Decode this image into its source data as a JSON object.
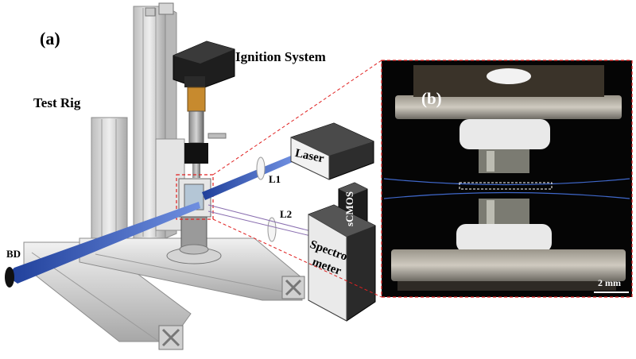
{
  "panel_a": {
    "label": "(a)",
    "ignition_system": "Ignition System",
    "test_rig": "Test Rig",
    "laser": "Laser",
    "l1": "L1",
    "l2": "L2",
    "scmos": "sCMOS",
    "spectrometer_line1": "Spectro",
    "spectrometer_line2": "meter",
    "bd": "BD"
  },
  "panel_b": {
    "label": "(b)",
    "scale_bar": "2 mm"
  },
  "colors": {
    "laser_beam": "#3f67c9",
    "callout_dash": "#e02020",
    "frame_aluminum": "#d8d8d8",
    "box_dark": "#2b2b2b",
    "photo_background": "#050505"
  }
}
